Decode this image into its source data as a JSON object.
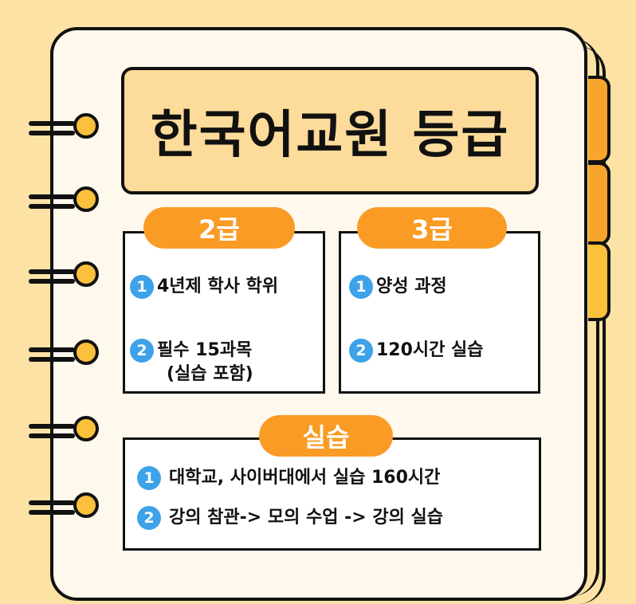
{
  "title": "한국어교원 등급",
  "grade2": {
    "header": "2급",
    "items": [
      {
        "num": "1",
        "text": "4년제 학사 학위"
      },
      {
        "num": "2",
        "line1": "필수 15과목",
        "line2": "(실습 포함)"
      }
    ]
  },
  "grade3": {
    "header": "3급",
    "items": [
      {
        "num": "1",
        "text": "양성 과정"
      },
      {
        "num": "2",
        "text": "120시간 실습"
      }
    ]
  },
  "practice": {
    "header": "실습",
    "items": [
      {
        "num": "1",
        "text": "대학교, 사이버대에서 실습 160시간"
      },
      {
        "num": "2",
        "text": "강의 참관-> 모의 수업 -> 강의 실습"
      }
    ]
  },
  "colors": {
    "background": "#FCE2A4",
    "accent": "#F99B24",
    "badge": "#3DA2E8"
  }
}
